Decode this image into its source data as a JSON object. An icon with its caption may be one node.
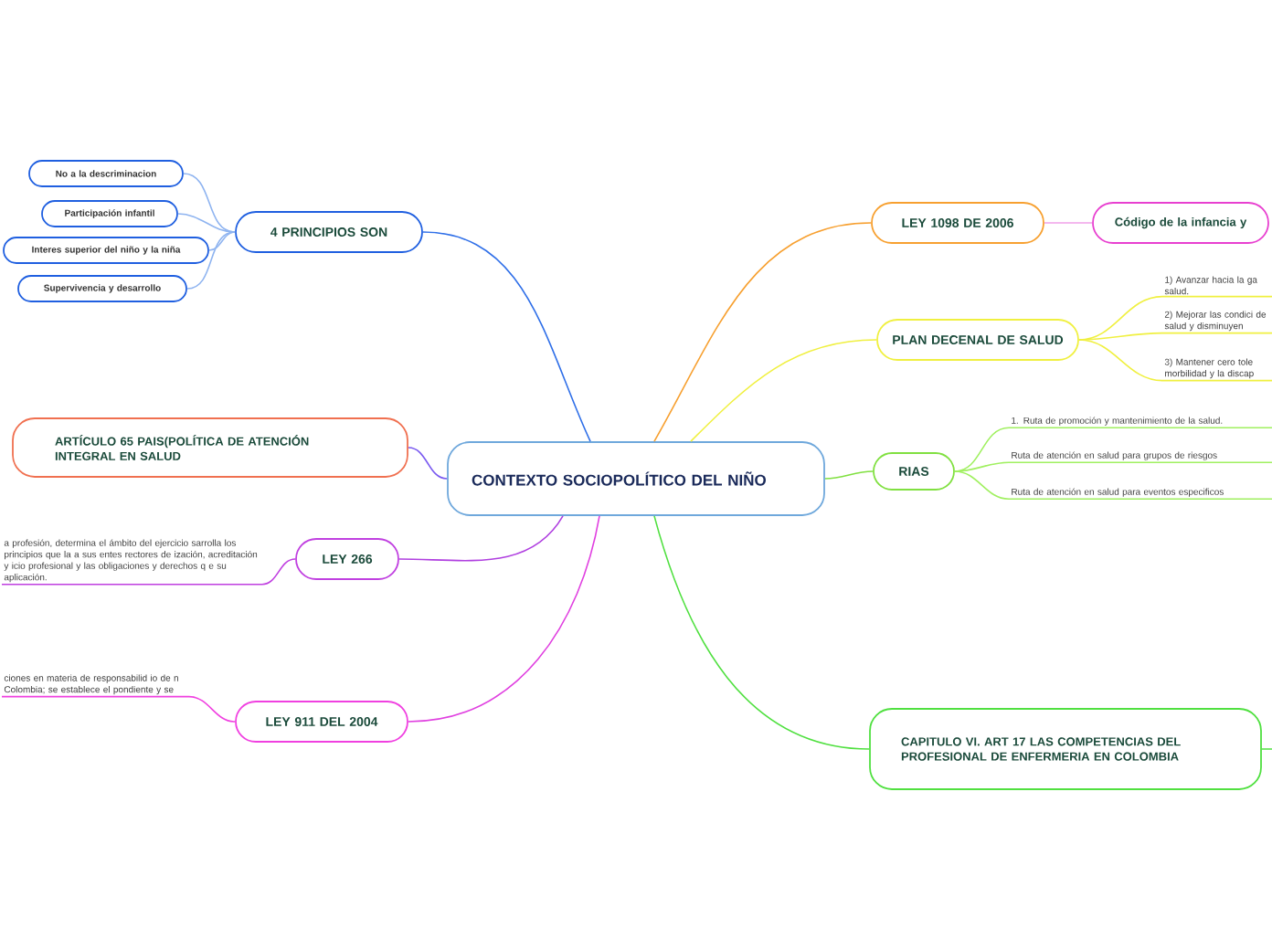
{
  "diagram": {
    "nodes": [
      {
        "text": [
          "CONTEXTO SOCIOPOLÍTICO DEL NIÑO"
        ]
      },
      {
        "text": [
          "4 PRINCIPIOS SON"
        ]
      },
      {
        "text": [
          "No a la descriminacion"
        ]
      },
      {
        "text": [
          "Participación infantil"
        ]
      },
      {
        "text": [
          "Interes superior del niño y la niña"
        ]
      },
      {
        "text": [
          "Supervivencia y desarrollo"
        ]
      },
      {
        "text": [
          "ARTÍCULO 65 PAIS(POLÍTICA DE ATENCIÓN INTEGRAL EN SALUD"
        ]
      },
      {
        "text": [
          "LEY 266"
        ]
      },
      {
        "text": [
          "a profesión, determina el ámbito del ejercicio sarrolla los principios que la a sus entes rectores de ización, acreditación y icio profesional y las obligaciones y derechos q e su aplicación."
        ]
      },
      {
        "text": [
          "LEY 911 DEL 2004"
        ]
      },
      {
        "text": [
          "ciones en materia de responsabilid io de n Colombia; se establece el pondiente y se"
        ]
      },
      {
        "text": [
          "LEY 1098 DE 2006"
        ]
      },
      {
        "text": [
          "Código de la infancia y"
        ]
      },
      {
        "text": [
          "PLAN DECENAL DE SALUD"
        ]
      },
      {
        "text": [
          "1) Avanzar hacia la ga salud."
        ]
      },
      {
        "text": [
          "2) Mejorar las condici de salud y disminuyen"
        ]
      },
      {
        "text": [
          "3) Mantener cero tole morbilidad y la discap"
        ]
      },
      {
        "text": [
          "RIAS"
        ]
      },
      {
        "text": [
          "1. Ruta de promoción y mantenimiento de la salud."
        ]
      },
      {
        "text": [
          "Ruta de atención en salud para grupos de riesgos"
        ]
      },
      {
        "text": [
          "Ruta de atención en salud para eventos especificos"
        ]
      },
      {
        "text": [
          "CAPITULO VI. ART 17 LAS COMPETENCIAS DEL PROFESIONAL DE ENFERMERIA EN COLOMBIA"
        ]
      }
    ],
    "edges": [
      {
        "from": 0,
        "to": 1,
        "arrow": "none",
        "color": "#2f6fe8"
      },
      {
        "from": 1,
        "to": 2,
        "arrow": "none",
        "color": "#8fb4f0"
      },
      {
        "from": 1,
        "to": 3,
        "arrow": "none",
        "color": "#8fb4f0"
      },
      {
        "from": 1,
        "to": 4,
        "arrow": "none",
        "color": "#8fb4f0"
      },
      {
        "from": 1,
        "to": 5,
        "arrow": "none",
        "color": "#8fb4f0"
      },
      {
        "from": 0,
        "to": 6,
        "arrow": "none",
        "color": "#7a5af0"
      },
      {
        "from": 0,
        "to": 7,
        "arrow": "none",
        "color": "#b040e0"
      },
      {
        "from": 7,
        "to": 8,
        "arrow": "none",
        "color": "#c040e0"
      },
      {
        "from": 0,
        "to": 9,
        "arrow": "none",
        "color": "#e040e0"
      },
      {
        "from": 9,
        "to": 10,
        "arrow": "none",
        "color": "#f040e0"
      },
      {
        "from": 0,
        "to": 11,
        "arrow": "none",
        "color": "#f7a030"
      },
      {
        "from": 11,
        "to": 12,
        "arrow": "none",
        "color": "#f0a0e8"
      },
      {
        "from": 0,
        "to": 13,
        "arrow": "none",
        "color": "#f0f040"
      },
      {
        "from": 13,
        "to": 14,
        "arrow": "none",
        "color": "#f0f040"
      },
      {
        "from": 13,
        "to": 15,
        "arrow": "none",
        "color": "#f0f040"
      },
      {
        "from": 13,
        "to": 16,
        "arrow": "none",
        "color": "#f0f040"
      },
      {
        "from": 0,
        "to": 17,
        "arrow": "none",
        "color": "#80e040"
      },
      {
        "from": 17,
        "to": 18,
        "arrow": "none",
        "color": "#a0f060"
      },
      {
        "from": 17,
        "to": 19,
        "arrow": "none",
        "color": "#a0f060"
      },
      {
        "from": 17,
        "to": 20,
        "arrow": "none",
        "color": "#a0f060"
      },
      {
        "from": 0,
        "to": 21,
        "arrow": "none",
        "color": "#50e040"
      },
      {
        "from": 21,
        "to": null,
        "arrow": "none",
        "color": "#50e040"
      }
    ]
  }
}
